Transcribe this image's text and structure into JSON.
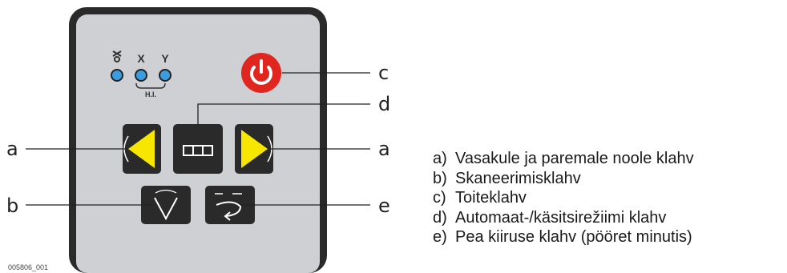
{
  "panel": {
    "led_labels": [
      "X",
      "Y"
    ],
    "led_group_label": "H.I.",
    "led_color": "#3b9de0",
    "power_color": "#e0261f",
    "arrow_color": "#f7e600",
    "panel_color": "#ced0d3",
    "key_color": "#2a2a2a"
  },
  "callouts": {
    "a_left": "a",
    "a_right": "a",
    "b": "b",
    "c": "c",
    "d": "d",
    "e": "e"
  },
  "legend": [
    {
      "key": "a)",
      "text": "Vasakule ja paremale noole klahv"
    },
    {
      "key": "b)",
      "text": "Skaneerimisklahv"
    },
    {
      "key": "c)",
      "text": "Toiteklahv"
    },
    {
      "key": "d)",
      "text": "Automaat-/käsitsirežiimi klahv"
    },
    {
      "key": "e)",
      "text": "Pea kiiruse klahv (pööret minutis)"
    }
  ],
  "figure_id": "005806_001",
  "icons": [
    "tilt-x-icon",
    "power-icon",
    "level-icon",
    "arrow-left-icon",
    "arrow-right-icon",
    "scan-icon",
    "rotation-speed-icon"
  ]
}
